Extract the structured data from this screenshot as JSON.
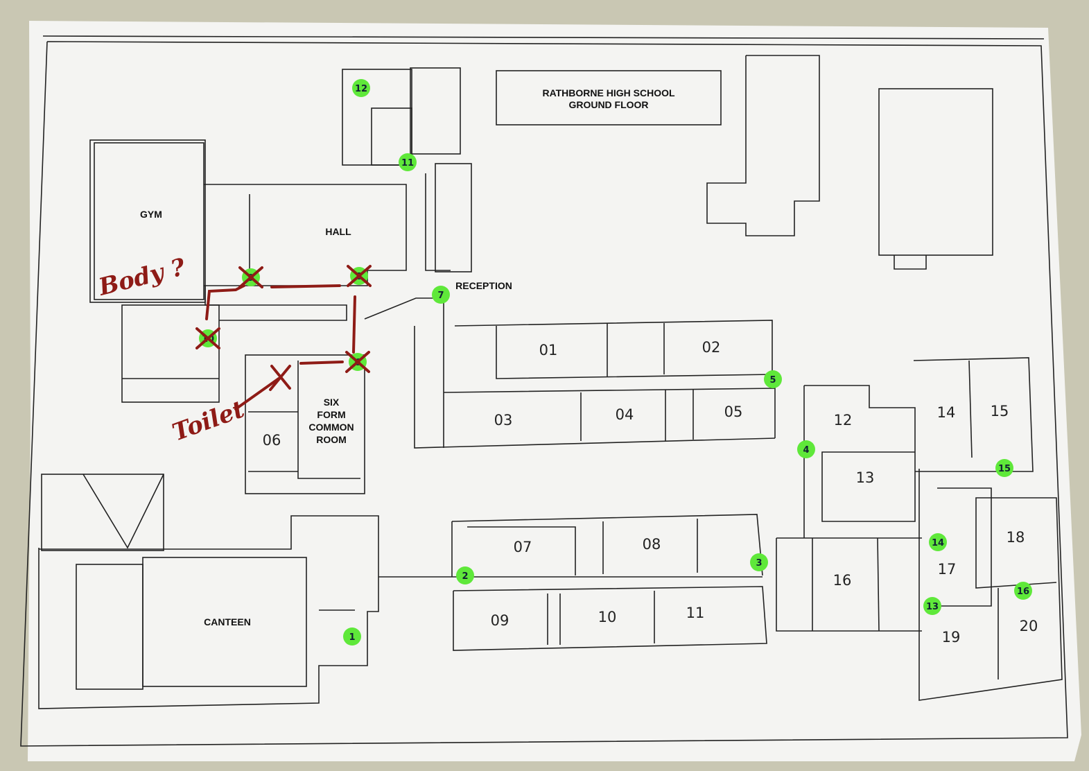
{
  "title": {
    "line1": "RATHBORNE HIGH SCHOOL",
    "line2": "GROUND FLOOR"
  },
  "rooms": {
    "gym": "GYM",
    "hall": "HALL",
    "reception": "RECEPTION",
    "canteen": "CANTEEN",
    "common_room": [
      "SIX",
      "FORM",
      "COMMON",
      "ROOM"
    ],
    "numbered": [
      "01",
      "02",
      "03",
      "04",
      "05",
      "06",
      "07",
      "08",
      "09",
      "10",
      "11",
      "12",
      "13",
      "14",
      "15",
      "16",
      "17",
      "18",
      "19",
      "20"
    ]
  },
  "markers": [
    {
      "label": "1",
      "crossed": false
    },
    {
      "label": "2",
      "crossed": false
    },
    {
      "label": "3",
      "crossed": false
    },
    {
      "label": "4",
      "crossed": false
    },
    {
      "label": "5",
      "crossed": false
    },
    {
      "label": "6",
      "crossed": true
    },
    {
      "label": "7",
      "crossed": false
    },
    {
      "label": "8",
      "crossed": true
    },
    {
      "label": "9",
      "crossed": true
    },
    {
      "label": "10",
      "crossed": true
    },
    {
      "label": "11",
      "crossed": false
    },
    {
      "label": "12",
      "crossed": false
    },
    {
      "label": "13",
      "crossed": false
    },
    {
      "label": "14",
      "crossed": false
    },
    {
      "label": "15",
      "crossed": false
    },
    {
      "label": "16",
      "crossed": false
    }
  ],
  "annotations": {
    "body": "Body ?",
    "toilet": "Toilet"
  },
  "colors": {
    "marker": "#5fe83a",
    "ink": "#8e1b16",
    "paper": "#f4f4f2",
    "background": "#c9c7b3"
  }
}
